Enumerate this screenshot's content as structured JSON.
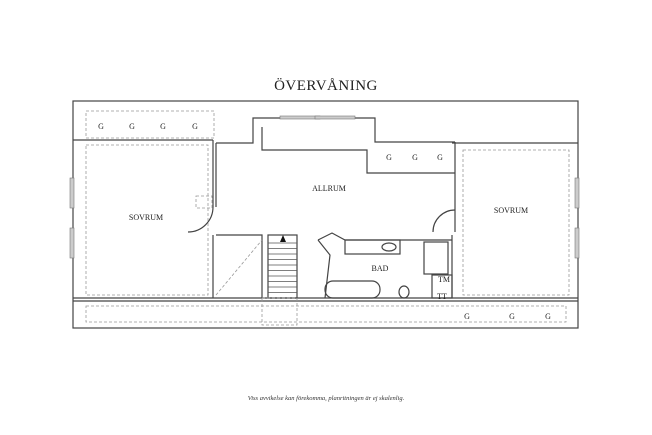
{
  "title": "ÖVERVÅNING",
  "rooms": {
    "sovrum_left": "SOVRUM",
    "allrum": "ALLRUM",
    "sovrum_right": "SOVRUM",
    "bad": "BAD",
    "tm": "TM",
    "tt": "TT"
  },
  "storage_marks": [
    "G",
    "G",
    "G",
    "G",
    "G",
    "G",
    "G",
    "G",
    "G",
    "G"
  ],
  "caption": "Viss avvikelse kan förekomma, planritningen är ej skalenlig."
}
